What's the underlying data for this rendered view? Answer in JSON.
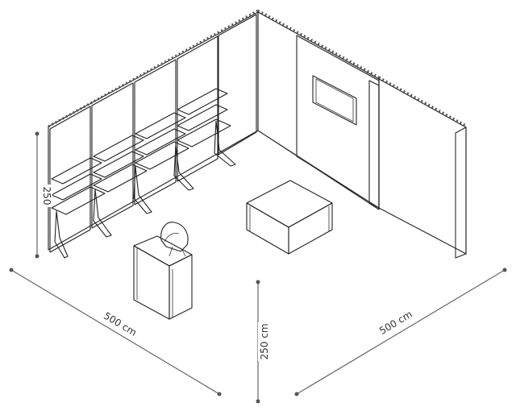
{
  "dimensions": {
    "height_side": "250",
    "width_left": "500 cm",
    "height_center": "250 cm",
    "width_right": "500 cm"
  },
  "colors": {
    "line": "#222222",
    "wall_light": "#f6f6f6",
    "wall_slat": "#555555",
    "dimension": "#666666"
  }
}
